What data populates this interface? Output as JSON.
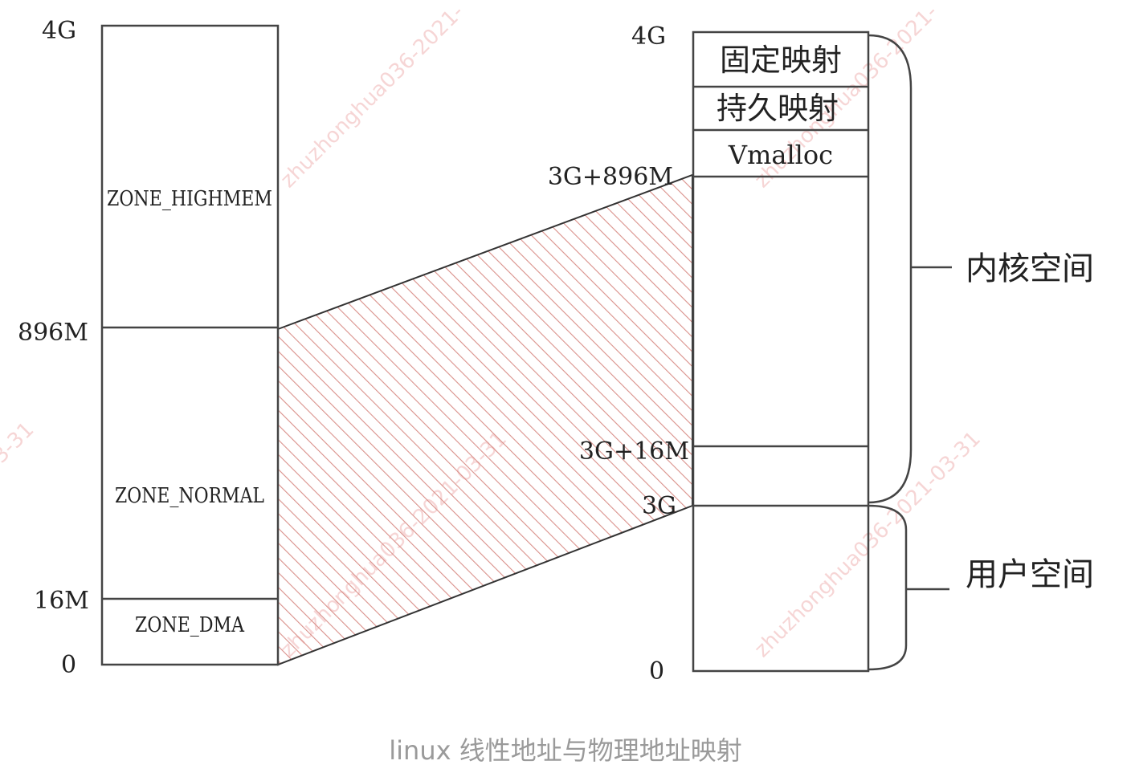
{
  "physical": {
    "labels": {
      "top": "4G",
      "highmem_start": "896M",
      "normal_start": "16M",
      "bottom": "0"
    },
    "zones": {
      "highmem": "ZONE_HIGHMEM",
      "normal": "ZONE_NORMAL",
      "dma": "ZONE_DMA"
    }
  },
  "linear": {
    "labels": {
      "top": "4G",
      "direct_top": "3G+896M",
      "direct_16m": "3G+16M",
      "kernel_start": "3G",
      "bottom": "0"
    },
    "regions": {
      "fixed_map": "固定映射",
      "persistent_map": "持久映射",
      "vmalloc": "Vmalloc"
    }
  },
  "spaces": {
    "kernel": "内核空间",
    "user": "用户空间"
  },
  "caption": "linux 线性地址与物理地址映射",
  "colors": {
    "hatch": "#d9908a",
    "line": "#333333",
    "caption": "#9a9a9a"
  }
}
